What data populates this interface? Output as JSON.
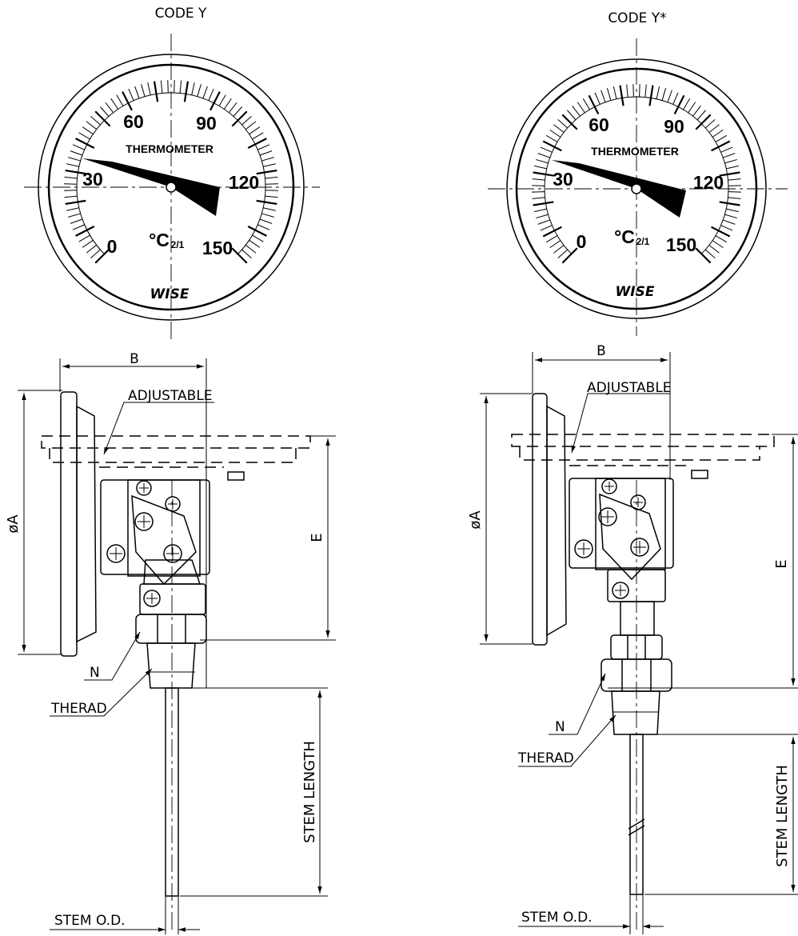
{
  "views": [
    {
      "code_label": "CODE Y",
      "dial": {
        "scale": [
          "0",
          "30",
          "60",
          "90",
          "120",
          "150"
        ],
        "title": "THERMOMETER",
        "unit_main": "°C",
        "unit_sub": "2/1",
        "brand": "WISE"
      },
      "labels": {
        "b": "B",
        "adjustable": "ADJUSTABLE",
        "dia_a": "øA",
        "e": "E",
        "n": "N",
        "thread": "THERAD",
        "stem_length": "STEM  LENGTH",
        "stem_od": "STEM O.D."
      }
    },
    {
      "code_label": "CODE Y*",
      "dial": {
        "scale": [
          "0",
          "30",
          "60",
          "90",
          "120",
          "150"
        ],
        "title": "THERMOMETER",
        "unit_main": "°C",
        "unit_sub": "2/1",
        "brand": "WISE"
      },
      "labels": {
        "b": "B",
        "adjustable": "ADJUSTABLE",
        "dia_a": "øA",
        "e": "E",
        "n": "N",
        "thread": "THERAD",
        "stem_length": "STEM  LENGTH",
        "stem_od": "STEM O.D."
      }
    }
  ]
}
